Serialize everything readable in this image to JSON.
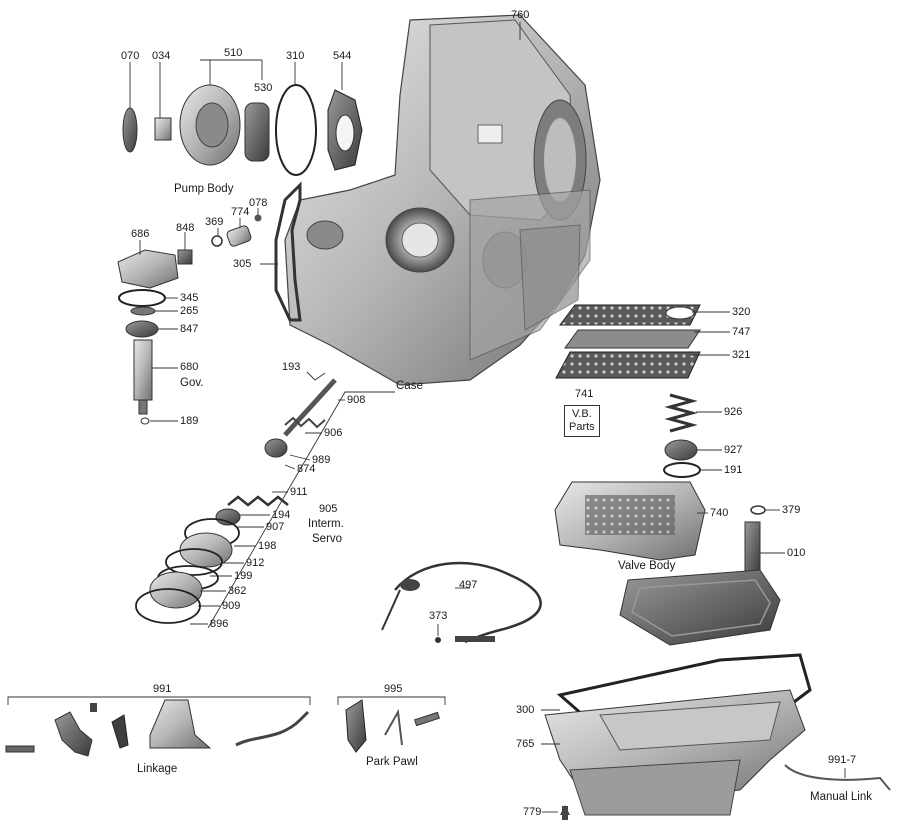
{
  "parts": {
    "p070": "070",
    "p034": "034",
    "p510": "510",
    "p530": "530",
    "p310": "310",
    "p544": "544",
    "p760": "760",
    "p078": "078",
    "p774": "774",
    "p369": "369",
    "p848": "848",
    "p686": "686",
    "p305": "305",
    "p345": "345",
    "p265": "265",
    "p847": "847",
    "p680": "680",
    "p189": "189",
    "p193": "193",
    "p908": "908",
    "p906": "906",
    "p989": "989",
    "p874": "874",
    "p911": "911",
    "p905": "905",
    "p194": "194",
    "p907": "907",
    "p198": "198",
    "p912": "912",
    "p199": "199",
    "p362": "362",
    "p909": "909",
    "p896": "896",
    "p320": "320",
    "p747": "747",
    "p321": "321",
    "p741": "741",
    "p926": "926",
    "p927": "927",
    "p191": "191",
    "p379": "379",
    "p740": "740",
    "p010": "010",
    "p497": "497",
    "p373": "373",
    "p991": "991",
    "p995": "995",
    "p300": "300",
    "p765": "765",
    "p779": "779",
    "p9917": "991-7"
  },
  "captions": {
    "pump_body": "Pump Body",
    "gov": "Gov.",
    "case": "Case",
    "interm": "Interm.",
    "servo": "Servo",
    "vb1": "V.B.",
    "vb2": "Parts",
    "valve_body": "Valve Body",
    "linkage": "Linkage",
    "park_pawl": "Park Pawl",
    "manual_link": "Manual Link"
  },
  "colors": {
    "metal_light": "#d9d9d9",
    "metal_mid": "#a9a9a9",
    "metal_dark": "#5e5e5e",
    "line": "#333333"
  }
}
